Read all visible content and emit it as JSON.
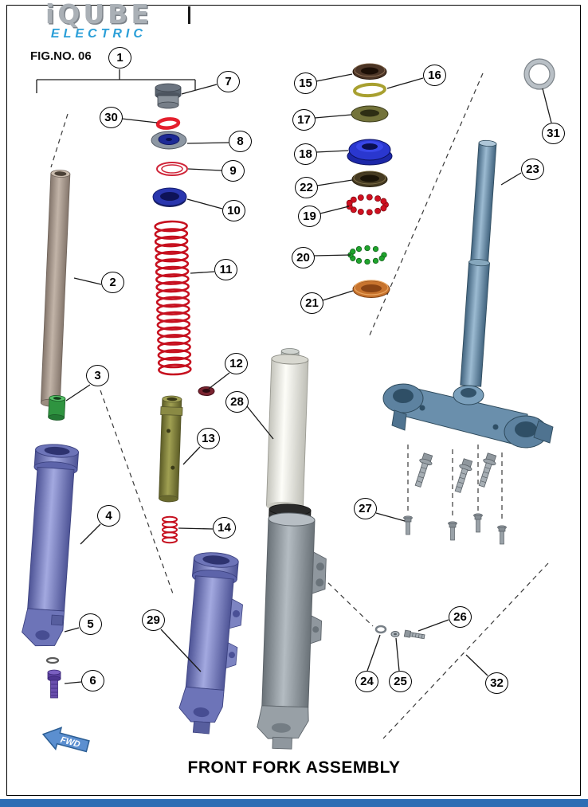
{
  "page": {
    "fig_no": "FIG.NO. 06",
    "title": "FRONT FORK ASSEMBLY",
    "fwd_label": "FWD"
  },
  "logo": {
    "brand": "iQUBE",
    "sub": "ELECTRIC",
    "brand_color": "#aab0b6",
    "sub_color": "#2b9fd8"
  },
  "callouts": [
    {
      "label": "1"
    },
    {
      "label": "2"
    },
    {
      "label": "3"
    },
    {
      "label": "4"
    },
    {
      "label": "5"
    },
    {
      "label": "6"
    },
    {
      "label": "7"
    },
    {
      "label": "8"
    },
    {
      "label": "9"
    },
    {
      "label": "10"
    },
    {
      "label": "11"
    },
    {
      "label": "12"
    },
    {
      "label": "13"
    },
    {
      "label": "14"
    },
    {
      "label": "15"
    },
    {
      "label": "16"
    },
    {
      "label": "17"
    },
    {
      "label": "18"
    },
    {
      "label": "19"
    },
    {
      "label": "20"
    },
    {
      "label": "21"
    },
    {
      "label": "22"
    },
    {
      "label": "23"
    },
    {
      "label": "24"
    },
    {
      "label": "25"
    },
    {
      "label": "26"
    },
    {
      "label": "27"
    },
    {
      "label": "28"
    },
    {
      "label": "29"
    },
    {
      "label": "30"
    },
    {
      "label": "31"
    },
    {
      "label": "32"
    }
  ],
  "palette": {
    "spring_red": "#c6101f",
    "bearing_blue": "#2a37cf",
    "fork_purple": "#7d84c2",
    "steel_blue": "#6a8fac",
    "tube_tan": "#a99c90",
    "damper_olive": "#8a8a44",
    "bush_green": "#2f9440",
    "seal_orange": "#c8742e",
    "bottom_bar_blue": "#2e6db4",
    "fwd_arrow_blue": "#5b8fd0"
  }
}
